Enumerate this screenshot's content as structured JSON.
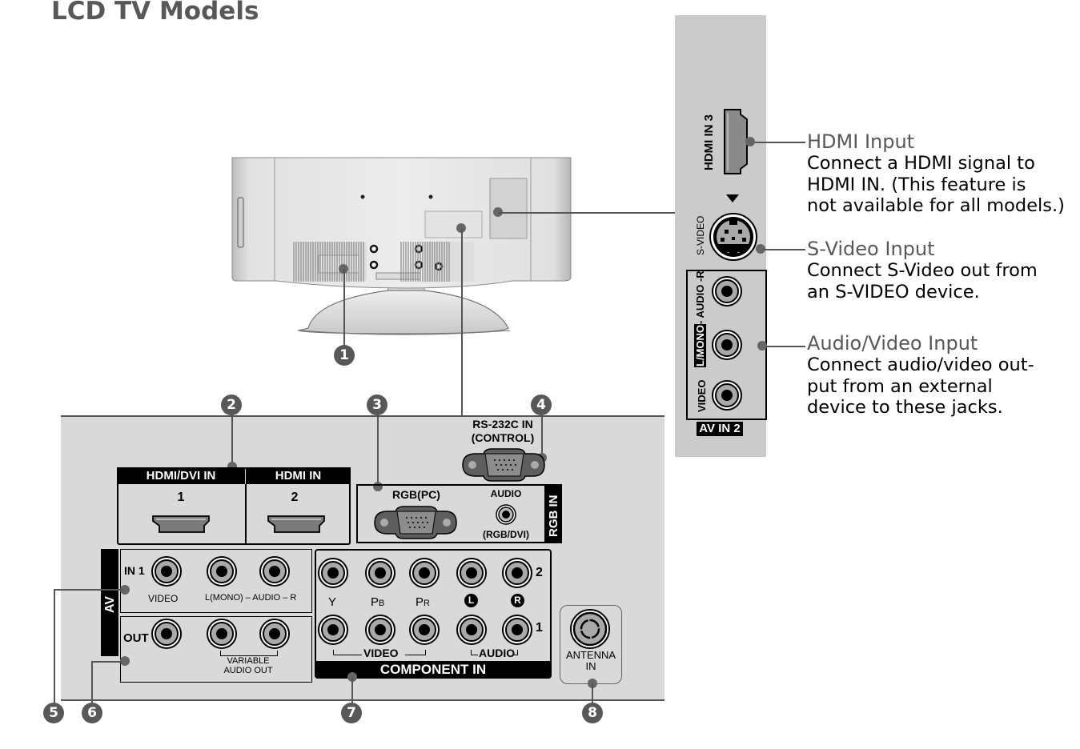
{
  "page_title": "LCD TV Models",
  "side_panel": {
    "hdmi_in_3_label": "HDMI IN 3",
    "svideo_label": "S-VIDEO",
    "audio_label": "L/MONO- AUDIO -R",
    "audio_label_left": "L/MONO",
    "audio_label_right": "- AUDIO -R",
    "video_label": "VIDEO",
    "av_in_2_label": "AV IN 2"
  },
  "callouts": [
    {
      "title": "HDMI Input",
      "lines": [
        "Connect a HDMI signal to",
        "HDMI IN. (This feature is",
        "not available for all models.)"
      ]
    },
    {
      "title": "S-Video Input",
      "lines": [
        "Connect S-Video out from",
        "an S-VIDEO device."
      ]
    },
    {
      "title": "Audio/Video Input",
      "lines": [
        "Connect audio/video out-",
        "put from an external",
        "device to these jacks."
      ]
    }
  ],
  "badges": [
    "1",
    "2",
    "3",
    "4",
    "5",
    "6",
    "7",
    "8"
  ],
  "back_panel": {
    "hdmi_dvi_in_label": "HDMI/DVI IN",
    "hdmi_in_label": "HDMI IN",
    "hdmi_port_1": "1",
    "hdmi_port_2": "2",
    "rs232c_label_1": "RS-232C IN",
    "rs232c_label_2": "(CONTROL)",
    "rgb_pc_label": "RGB(PC)",
    "audio_label": "AUDIO",
    "rgb_dvi_label": "(RGB/DVI)",
    "rgb_in_label": "RGB IN",
    "av_label": "AV",
    "in1_label": "IN 1",
    "video_label": "VIDEO",
    "lmono_audio_r_label": "L(MONO) – AUDIO – R",
    "out_label": "OUT",
    "variable_audio_out_1": "VARIABLE",
    "variable_audio_out_2": "AUDIO OUT",
    "component": {
      "y": "Y",
      "pb": "PB",
      "pr": "PR",
      "l": "L",
      "r": "R",
      "row_2": "2",
      "row_1": "1",
      "video": "VIDEO",
      "audio": "AUDIO",
      "title": "COMPONENT IN"
    },
    "antenna_label_1": "ANTENNA",
    "antenna_label_2": "IN"
  }
}
